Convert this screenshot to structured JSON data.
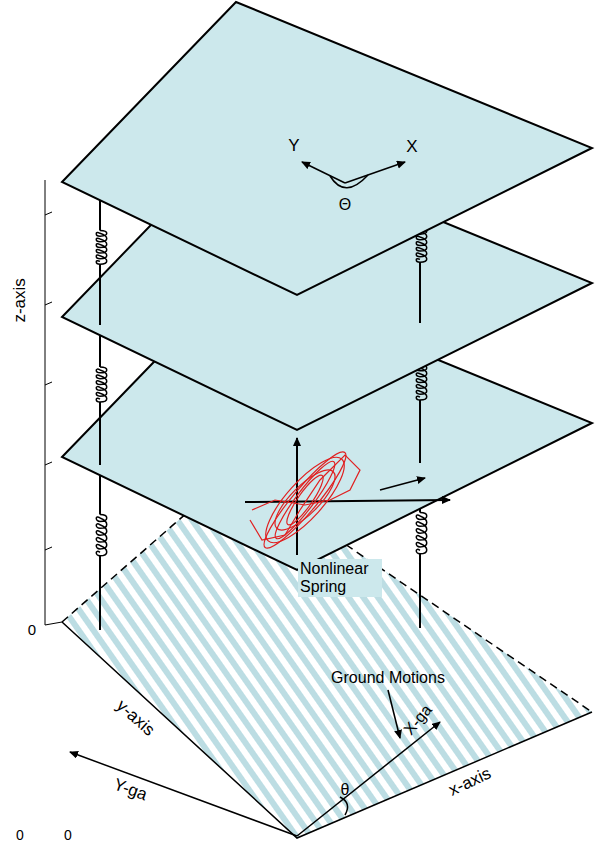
{
  "diagram": {
    "labels": [
      "z-axis",
      "0",
      "Y",
      "X",
      "Θ",
      "Nonlinear Spring",
      "Ground Motions",
      "X-ga",
      "θ",
      "y-axis",
      "Y-ga",
      "x-axis",
      "0",
      "0"
    ]
  }
}
